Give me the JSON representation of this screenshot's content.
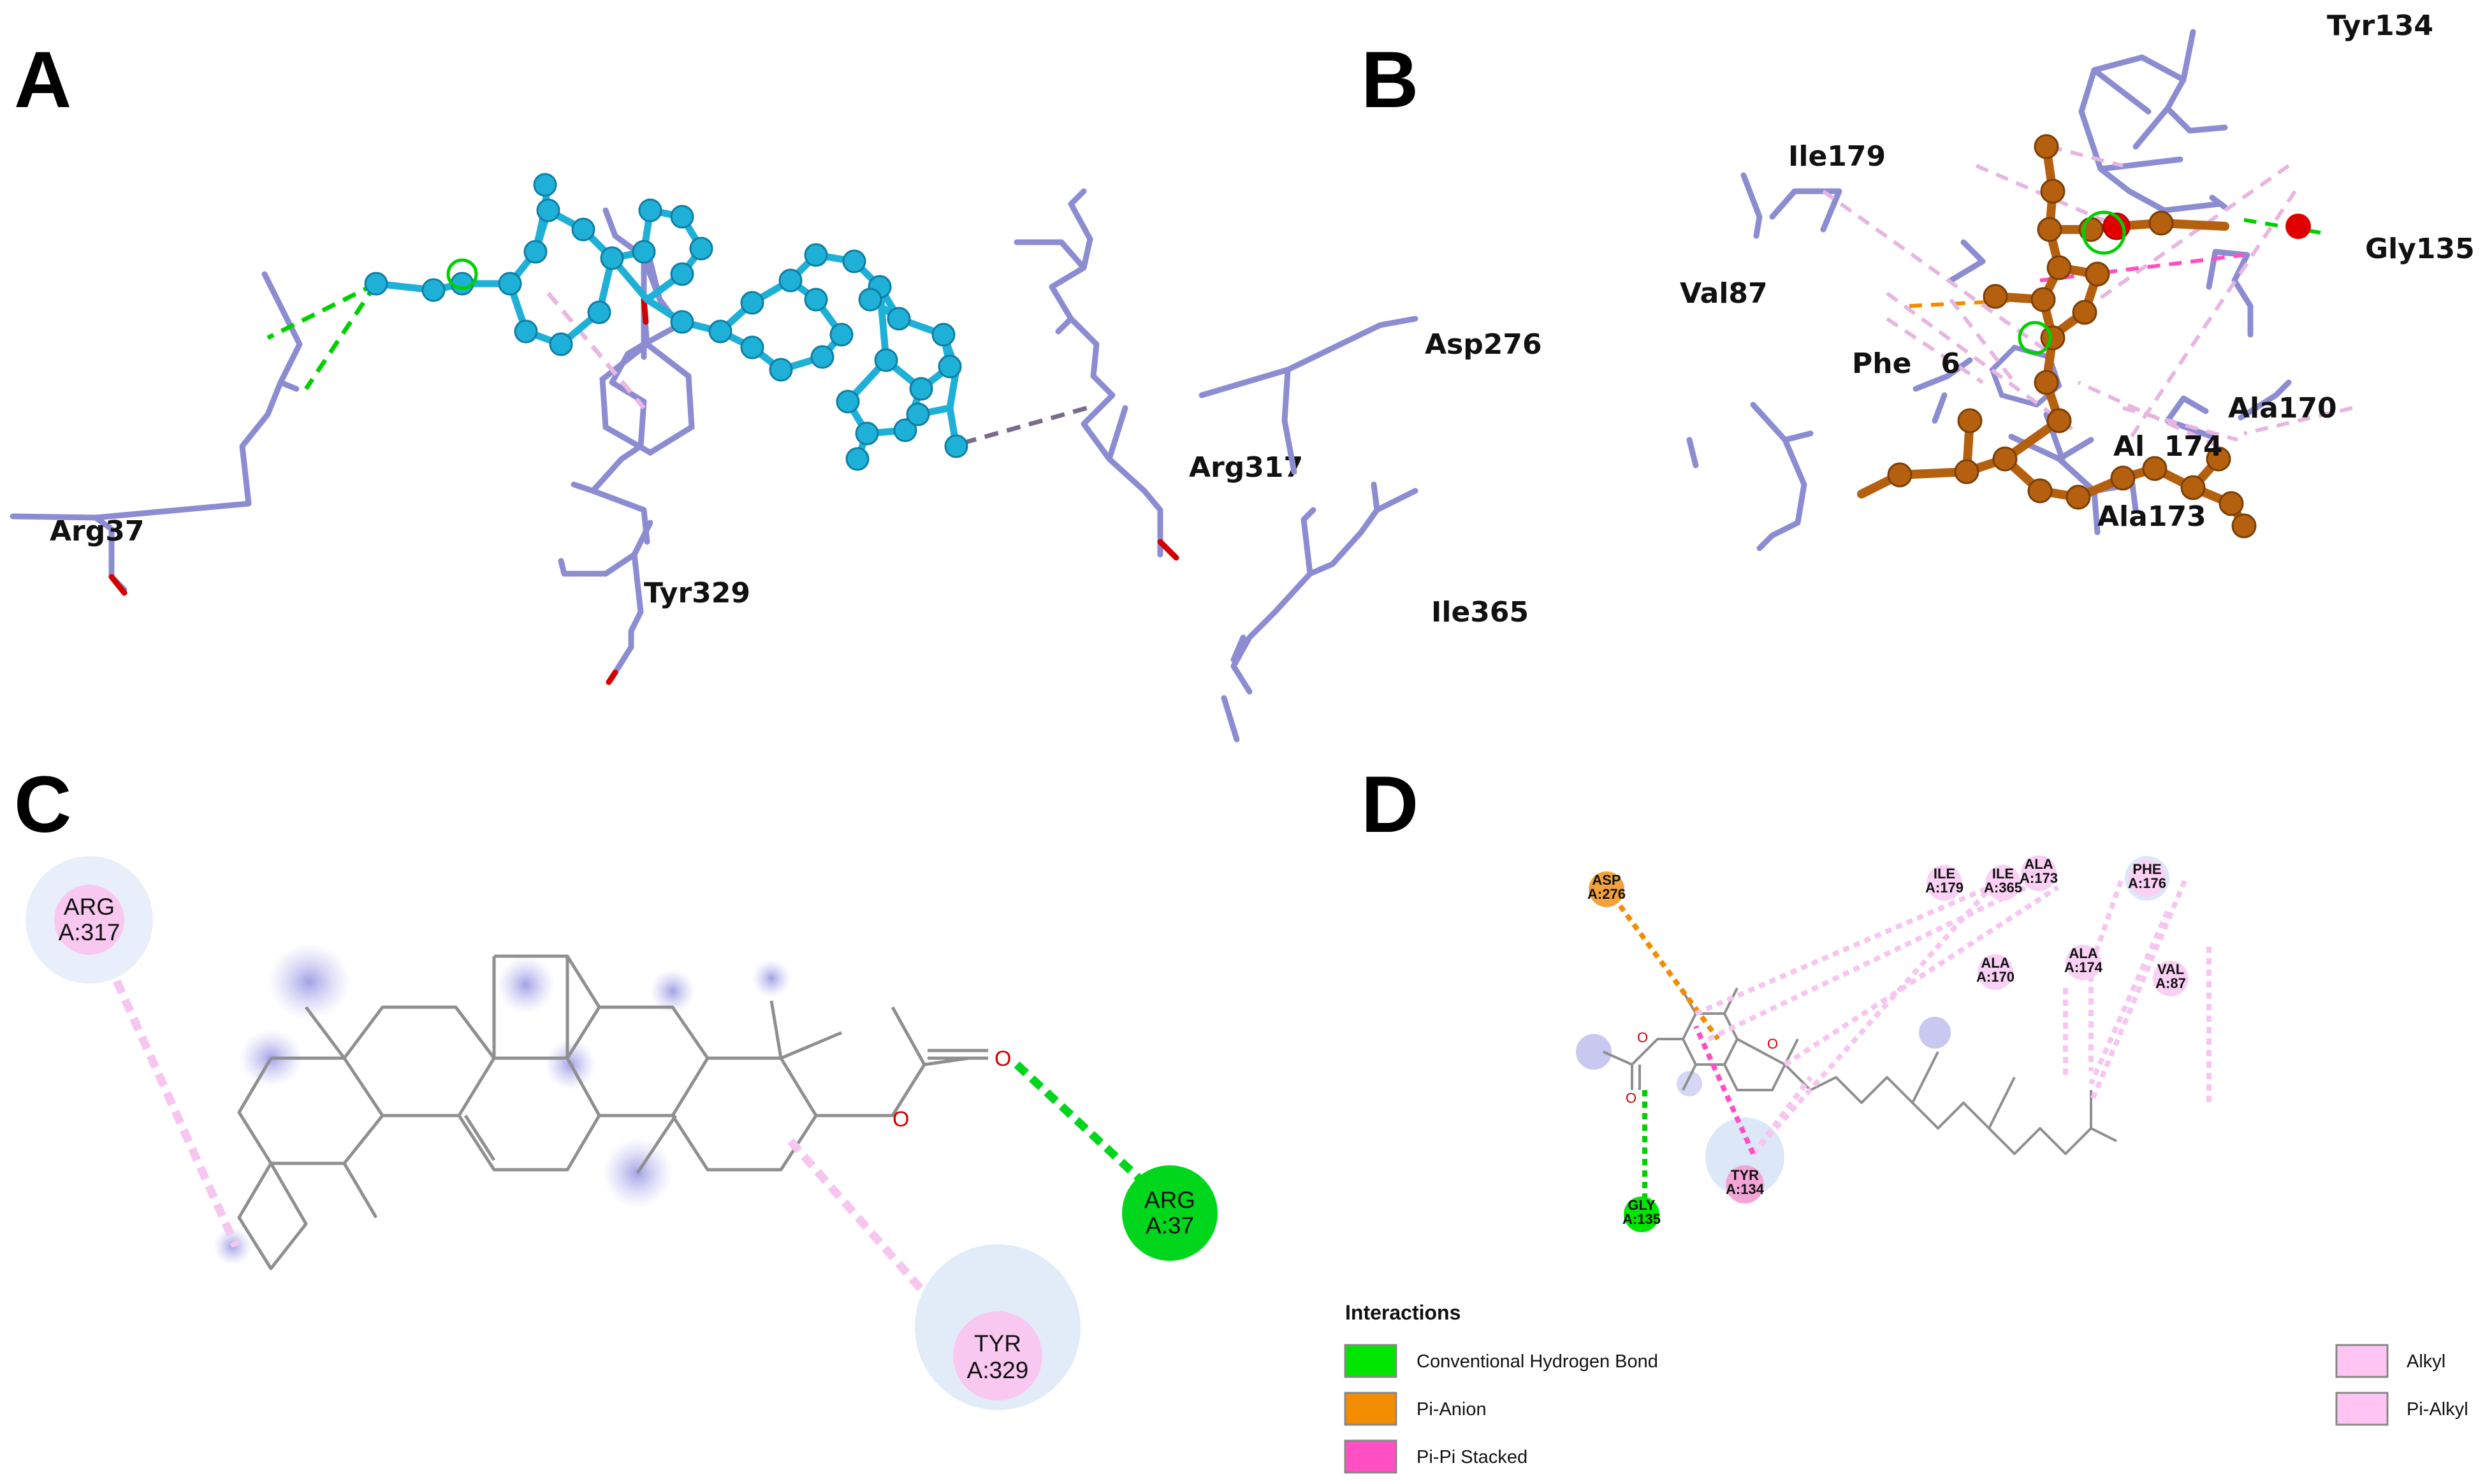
{
  "panels": {
    "A": {
      "label": "A",
      "residues": [
        "Arg37",
        "Tyr329",
        "Arg317"
      ]
    },
    "B": {
      "label": "B",
      "residues": [
        "Tyr134",
        "Ile179",
        "Gly135",
        "Val87",
        "Asp276",
        "Phe176",
        "Ala170",
        "Ala174",
        "Ala173",
        "Ile365"
      ],
      "phe_label_visible": "Phe   6",
      "ala174_label_visible": "Al  174"
    },
    "C": {
      "label": "C",
      "residues": [
        {
          "name": "ARG",
          "chain": "A:317",
          "type": "alkyl"
        },
        {
          "name": "ARG",
          "chain": "A:37",
          "type": "hbond"
        },
        {
          "name": "TYR",
          "chain": "A:329",
          "type": "alkyl"
        }
      ]
    },
    "D": {
      "label": "D",
      "residues": [
        {
          "name": "ASP",
          "chain": "A:276",
          "type": "pi-anion"
        },
        {
          "name": "ILE",
          "chain": "A:365",
          "type": "alkyl"
        },
        {
          "name": "ILE",
          "chain": "A:179",
          "type": "alkyl"
        },
        {
          "name": "ALA",
          "chain": "A:173",
          "type": "alkyl"
        },
        {
          "name": "PHE",
          "chain": "A:176",
          "type": "alkyl"
        },
        {
          "name": "ALA",
          "chain": "A:170",
          "type": "alkyl"
        },
        {
          "name": "ALA",
          "chain": "A:174",
          "type": "alkyl"
        },
        {
          "name": "VAL",
          "chain": "A:87",
          "type": "alkyl"
        },
        {
          "name": "TYR",
          "chain": "A:134",
          "type": "pi-pi"
        },
        {
          "name": "GLY",
          "chain": "A:135",
          "type": "hbond"
        }
      ],
      "legend": {
        "title": "Interactions",
        "items": [
          {
            "label": "Conventional Hydrogen Bond",
            "color": "#00e600"
          },
          {
            "label": "Pi-Anion",
            "color": "#f28c00"
          },
          {
            "label": "Pi-Pi Stacked",
            "color": "#ff4fc3"
          },
          {
            "label": "Alkyl",
            "color": "#ffc4f2"
          },
          {
            "label": "Pi-Alkyl",
            "color": "#ffc4f2"
          }
        ]
      }
    }
  },
  "colors": {
    "protein": "#8c8cd2",
    "ligandA": "#1fb0d8",
    "ligandB": "#b5600f",
    "oxygen": "#d40000",
    "hbond": "#00d000",
    "alkyl": "#f3a8ec",
    "piAnion": "#f28c00",
    "piPi": "#ff4fc3"
  }
}
